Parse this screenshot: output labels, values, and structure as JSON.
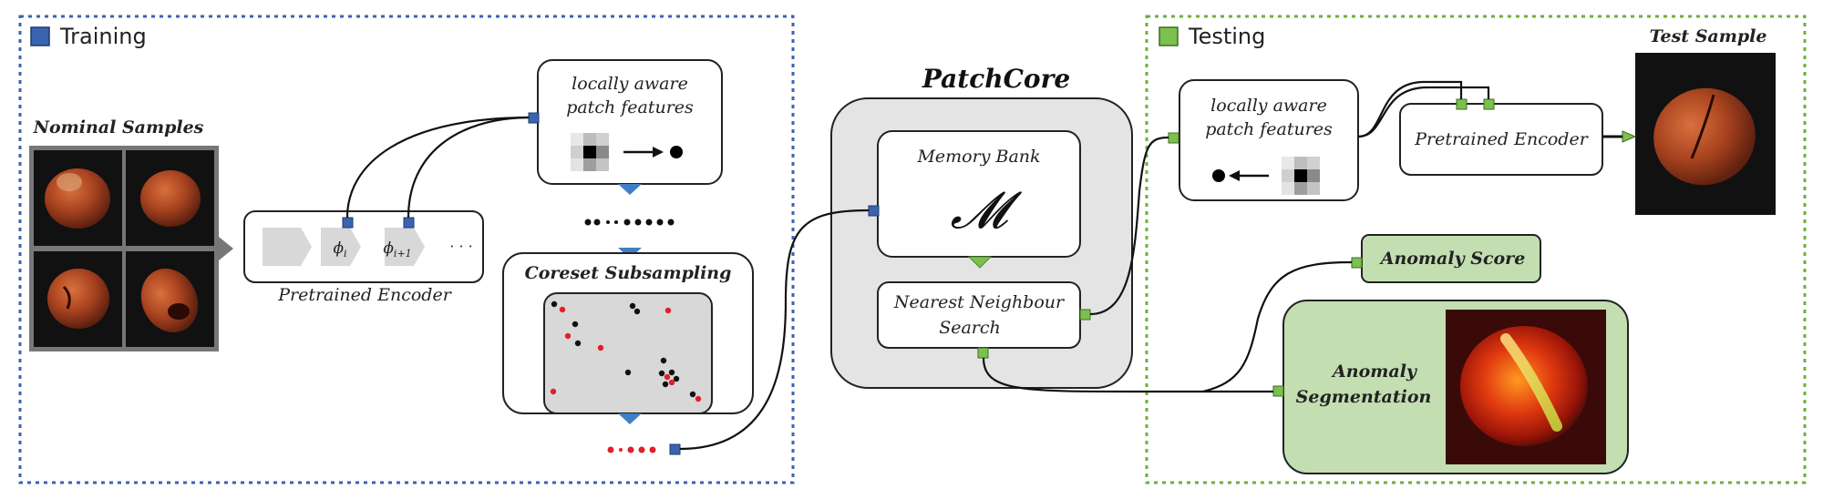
{
  "training": {
    "label": "Training",
    "accent": "#3a64b0",
    "nominal_title": "Nominal Samples",
    "encoder_label": "Pretrained Encoder",
    "phi_i": "ϕ",
    "phi_i_sub": "i",
    "phi_i1": "ϕ",
    "phi_i1_sub": "i+1",
    "ellipsis": "· · ·",
    "features_line1": "locally aware",
    "features_line2": "patch features",
    "coreset_title": "Coreset Subsampling"
  },
  "patchcore": {
    "title": "PatchCore",
    "memory_bank": "Memory Bank",
    "memory_symbol": "𝓜",
    "nn_line1": "Nearest Neighbour",
    "nn_line2": "Search"
  },
  "testing": {
    "label": "Testing",
    "accent": "#6bb040",
    "test_sample_title": "Test Sample",
    "features_line1": "locally aware",
    "features_line2": "patch features",
    "encoder_label": "Pretrained Encoder",
    "anomaly_score": "Anomaly Score",
    "anomaly_seg_line1": "Anomaly",
    "anomaly_seg_line2": "Segmentation"
  },
  "colors": {
    "training_border": "#3a64b0",
    "testing_border": "#6bb040",
    "green_fill": "#c3deb0",
    "grey_fill": "#e4e4e4",
    "coreset_fill": "#d8d8d8",
    "red_point": "#e0202a",
    "port_blue": "#3a64b0",
    "port_green": "#7cc050"
  }
}
